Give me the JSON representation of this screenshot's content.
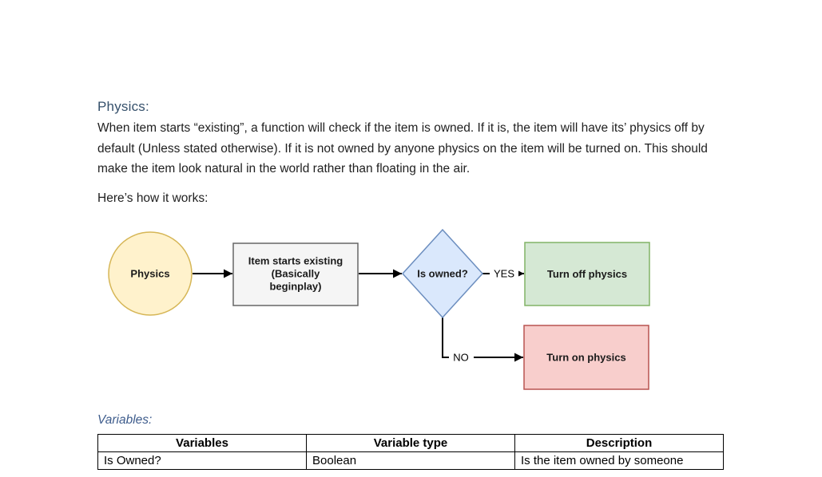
{
  "document": {
    "heading": "Physics:",
    "heading_color": "#35506B",
    "paragraph": "When item starts “existing”, a function will check if the item is owned. If it is, the item will have its’ physics off by default (Unless stated otherwise). If it is not owned by anyone physics on the item will be turned on. This should make the item look natural in the world rather than floating in the air.",
    "intro": "Here’s how it works:",
    "variables_heading": "Variables:",
    "variables_heading_color": "#3E5C8C"
  },
  "flowchart": {
    "nodes": {
      "start": {
        "label": "Physics",
        "fill": "#FFF2CC",
        "stroke": "#D6B656"
      },
      "process": {
        "lines": [
          "Item starts existing",
          "(Basically",
          "beginplay)"
        ],
        "fill": "#F5F5F5",
        "stroke": "#666666"
      },
      "decision": {
        "label": "Is owned?",
        "fill": "#DAE8FC",
        "stroke": "#6C8EBF"
      },
      "yes_outcome": {
        "label": "Turn off physics",
        "fill": "#D5E8D4",
        "stroke": "#82B366"
      },
      "no_outcome": {
        "label": "Turn on physics",
        "fill": "#F8CECC",
        "stroke": "#B85450"
      }
    },
    "edges": {
      "yes_label": "YES",
      "no_label": "NO"
    }
  },
  "variables_table": {
    "headers": [
      "Variables",
      "Variable type",
      "Description"
    ],
    "rows": [
      [
        "Is Owned?",
        "Boolean",
        "Is the item owned by someone"
      ]
    ]
  }
}
